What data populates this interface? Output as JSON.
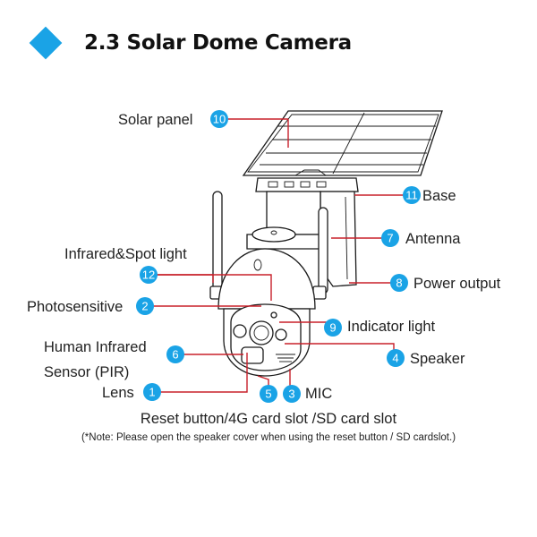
{
  "heading": {
    "title": "2.3 Solar Dome Camera",
    "accent_color": "#1aa3e6",
    "icon": "diamond-icon"
  },
  "callouts": [
    {
      "number": "10",
      "label": "Solar panel"
    },
    {
      "number": "11",
      "label": "Base"
    },
    {
      "number": "7",
      "label": "Antenna"
    },
    {
      "number": "12",
      "label": "Infrared&Spot light"
    },
    {
      "number": "8",
      "label": "Power output"
    },
    {
      "number": "2",
      "label": "Photosensitive"
    },
    {
      "number": "9",
      "label": "Indicator light"
    },
    {
      "number": "6",
      "label_line1": "Human Infrared",
      "label_line2": "Sensor (PIR)"
    },
    {
      "number": "4",
      "label": "Speaker"
    },
    {
      "number": "1",
      "label": "Lens"
    },
    {
      "number": "5",
      "label": ""
    },
    {
      "number": "3",
      "label": "MIC"
    }
  ],
  "footer": {
    "main": "Reset button/4G card slot /SD card slot",
    "note": "(*Note: Please open the speaker cover when using the reset button / SD cardslot.)"
  },
  "colors": {
    "callout_line": "#c8202a",
    "badge": "#1aa3e6"
  }
}
